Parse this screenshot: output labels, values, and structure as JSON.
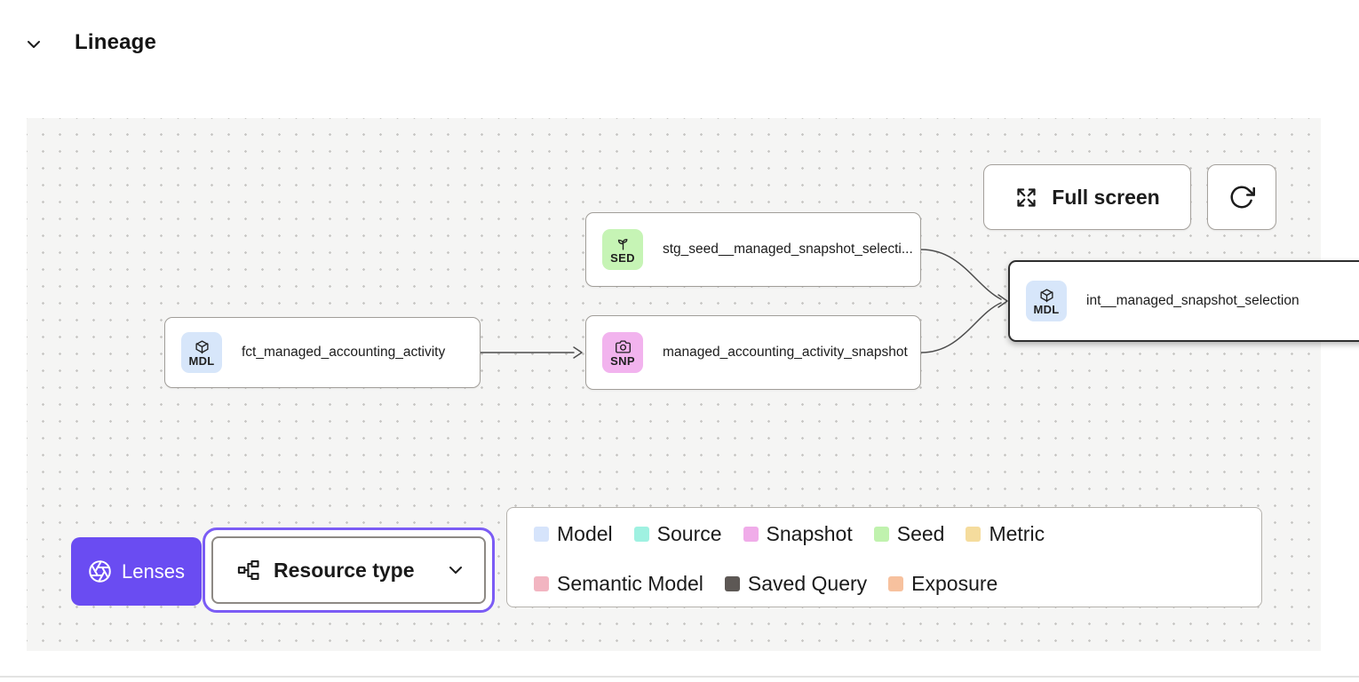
{
  "header": {
    "collapse_icon": "chevron-down-icon",
    "title": "Lineage"
  },
  "toolbar": {
    "full_screen": {
      "icon": "expand-arrows-icon",
      "label": "Full screen"
    },
    "refresh": {
      "icon": "refresh-icon"
    }
  },
  "graph": {
    "nodes": [
      {
        "badge_code": "MDL",
        "icon": "cube-icon",
        "label": "fct_managed_accounting_activity",
        "badge_color": "#d7e6fa",
        "selected": false
      },
      {
        "badge_code": "SED",
        "icon": "sprout-icon",
        "label": "stg_seed__managed_snapshot_selecti...",
        "badge_color": "#c6f4b5",
        "selected": false
      },
      {
        "badge_code": "SNP",
        "icon": "camera-icon",
        "label": "managed_accounting_activity_snapshot",
        "badge_color": "#f2b3ee",
        "selected": false
      },
      {
        "badge_code": "MDL",
        "icon": "cube-icon",
        "label": "int__managed_snapshot_selection",
        "badge_color": "#d7e6fa",
        "selected": true
      }
    ],
    "edges": [
      {
        "from": "fct_managed_accounting_activity",
        "to": "managed_accounting_activity_snapshot"
      },
      {
        "from": "stg_seed__managed_snapshot_selecti...",
        "to": "int__managed_snapshot_selection"
      },
      {
        "from": "managed_accounting_activity_snapshot",
        "to": "int__managed_snapshot_selection"
      }
    ]
  },
  "lenses_button": {
    "icon": "aperture-icon",
    "label": "Lenses",
    "background": "#6a4cf2"
  },
  "resource_type_dropdown": {
    "icon": "hierarchy-icon",
    "label": "Resource type",
    "chevron_icon": "chevron-down-icon",
    "focus_ring_color": "#7b5cf5"
  },
  "legend": {
    "rows": [
      [
        {
          "label": "Model",
          "color": "#d6e4fb"
        },
        {
          "label": "Source",
          "color": "#9ff1e1"
        },
        {
          "label": "Snapshot",
          "color": "#f0ace9"
        },
        {
          "label": "Seed",
          "color": "#c0f2ae"
        },
        {
          "label": "Metric",
          "color": "#f5dc9d"
        }
      ],
      [
        {
          "label": "Semantic Model",
          "color": "#f2b5c1"
        },
        {
          "label": "Saved Query",
          "color": "#5d5855"
        },
        {
          "label": "Exposure",
          "color": "#f7c19e"
        }
      ]
    ]
  }
}
